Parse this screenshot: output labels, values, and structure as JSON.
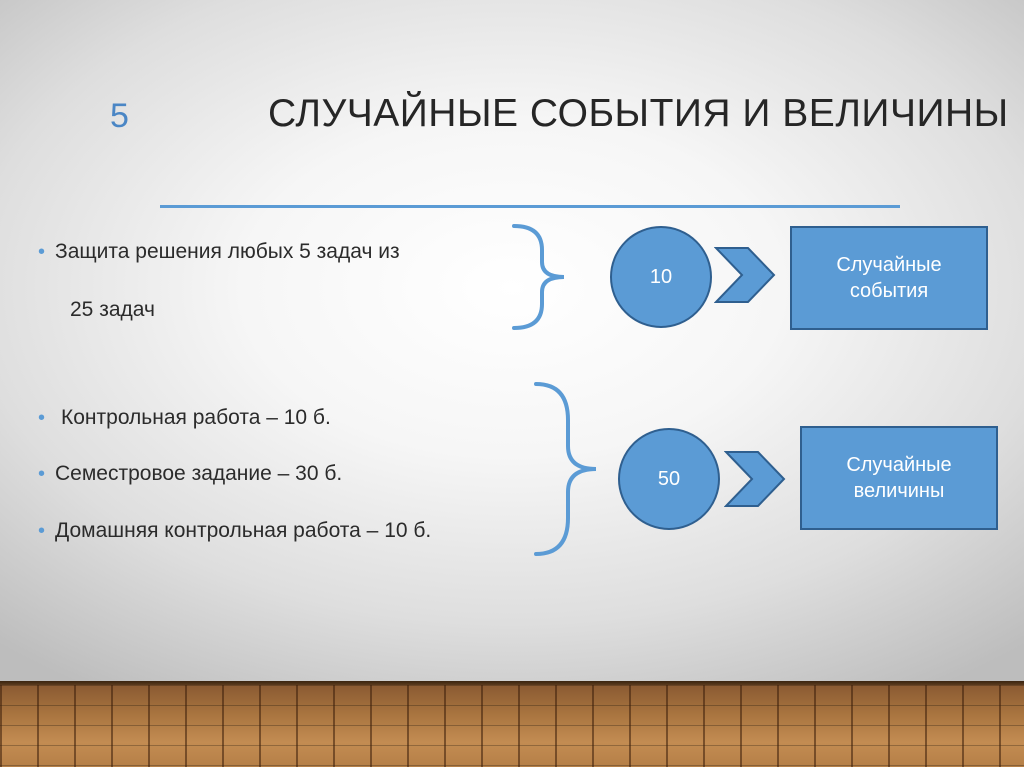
{
  "slide": {
    "number": "5",
    "title": "СЛУЧАЙНЫЕ СОБЫТИЯ И ВЕЛИЧИНЫ"
  },
  "group1": {
    "bullet": "Защита решения любых 5 задач из",
    "continuation": "25 задач",
    "circle_value": "10",
    "box_label": "Случайные\nсобытия"
  },
  "group2": {
    "bullets": [
      "Контрольная работа – 10 б.",
      "Семестровое задание – 30 б.",
      "Домашняя контрольная работа – 10 б."
    ],
    "circle_value": "50",
    "box_label": "Случайные\nвеличины"
  },
  "colors": {
    "accent": "#5b9bd5",
    "accent_border": "#2f5f8f",
    "text": "#262626"
  }
}
